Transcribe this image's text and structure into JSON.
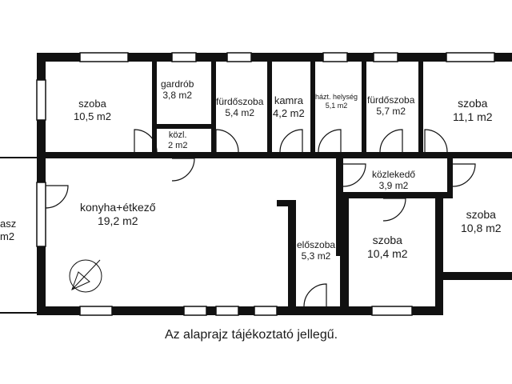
{
  "rooms": [
    {
      "name": "szoba",
      "area": "10,5 m2"
    },
    {
      "name": "gardrób",
      "area": "3,8 m2"
    },
    {
      "name": "közl.",
      "area": "2 m2"
    },
    {
      "name": "fürdőszoba",
      "area": "5,4 m2"
    },
    {
      "name": "kamra",
      "area": "4,2 m2"
    },
    {
      "name": "házt. helység",
      "area": "5,1 m2"
    },
    {
      "name": "fürdőszoba",
      "area": "5,7 m2"
    },
    {
      "name": "szoba",
      "area": "11,1 m2"
    },
    {
      "name": "közlekedő",
      "area": "3,9 m2"
    },
    {
      "name": "szoba",
      "area": "10,8 m2"
    },
    {
      "name": "konyha+étkező",
      "area": "19,2 m2"
    },
    {
      "name": "előszoba",
      "area": "5,3 m2"
    },
    {
      "name": "szoba",
      "area": "10,4 m2"
    },
    {
      "name": "asz",
      "area": "m2"
    }
  ],
  "caption": "Az alaprajz tájékoztató jellegű."
}
